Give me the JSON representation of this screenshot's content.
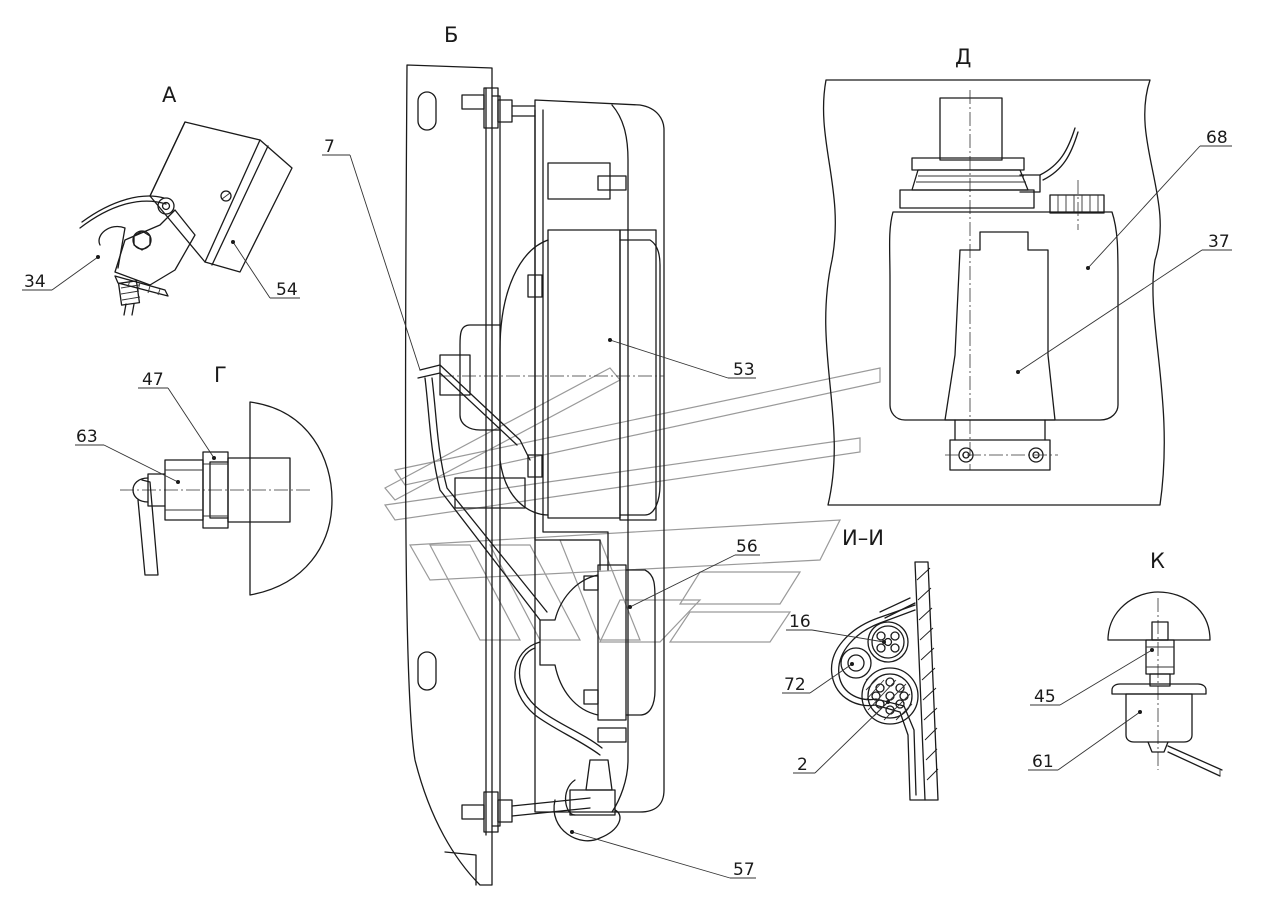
{
  "views": {
    "a": "А",
    "b": "Б",
    "g": "Г",
    "d": "Д",
    "ii": "И–И",
    "k": "К"
  },
  "callouts": [
    {
      "id": "p34",
      "text": "34"
    },
    {
      "id": "p54",
      "text": "54"
    },
    {
      "id": "p7",
      "text": "7"
    },
    {
      "id": "p47",
      "text": "47"
    },
    {
      "id": "p63",
      "text": "63"
    },
    {
      "id": "p53",
      "text": "53"
    },
    {
      "id": "p56",
      "text": "56"
    },
    {
      "id": "p57",
      "text": "57"
    },
    {
      "id": "p68",
      "text": "68"
    },
    {
      "id": "p37",
      "text": "37"
    },
    {
      "id": "p16",
      "text": "16"
    },
    {
      "id": "p72",
      "text": "72"
    },
    {
      "id": "p2",
      "text": "2"
    },
    {
      "id": "p45",
      "text": "45"
    },
    {
      "id": "p61",
      "text": "61"
    }
  ],
  "colors": {
    "line": "#1a1a1a",
    "watermark": "#9a9a9a",
    "background": "#ffffff"
  }
}
